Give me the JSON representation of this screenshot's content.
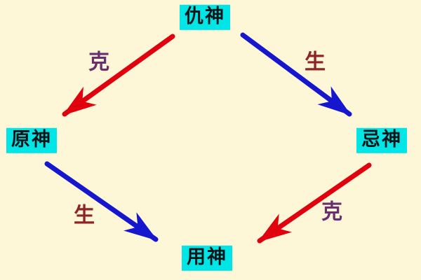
{
  "diagram": {
    "nodes": [
      {
        "id": "top",
        "label": "仇神"
      },
      {
        "id": "left",
        "label": "原神"
      },
      {
        "id": "right",
        "label": "忌神"
      },
      {
        "id": "bottom",
        "label": "用神"
      }
    ],
    "edges": [
      {
        "from": "仇神",
        "to": "原神",
        "label": "克",
        "color": "#e0000e",
        "label_color": "#6b2e6e"
      },
      {
        "from": "仇神",
        "to": "忌神",
        "label": "生",
        "color": "#1616cf",
        "label_color": "#8f2424"
      },
      {
        "from": "原神",
        "to": "用神",
        "label": "生",
        "color": "#1616cf",
        "label_color": "#8f2424"
      },
      {
        "from": "忌神",
        "to": "用神",
        "label": "克",
        "color": "#e0000e",
        "label_color": "#6b2e6e"
      }
    ]
  },
  "colors": {
    "background": "#fdf6d7",
    "node_background": "#00e5e6",
    "node_text": "#101417",
    "red_arrow": "#e0000e",
    "blue_arrow": "#1616cf",
    "ke_label_text": "#6b2e6e",
    "sheng_label_text": "#8f2424"
  }
}
